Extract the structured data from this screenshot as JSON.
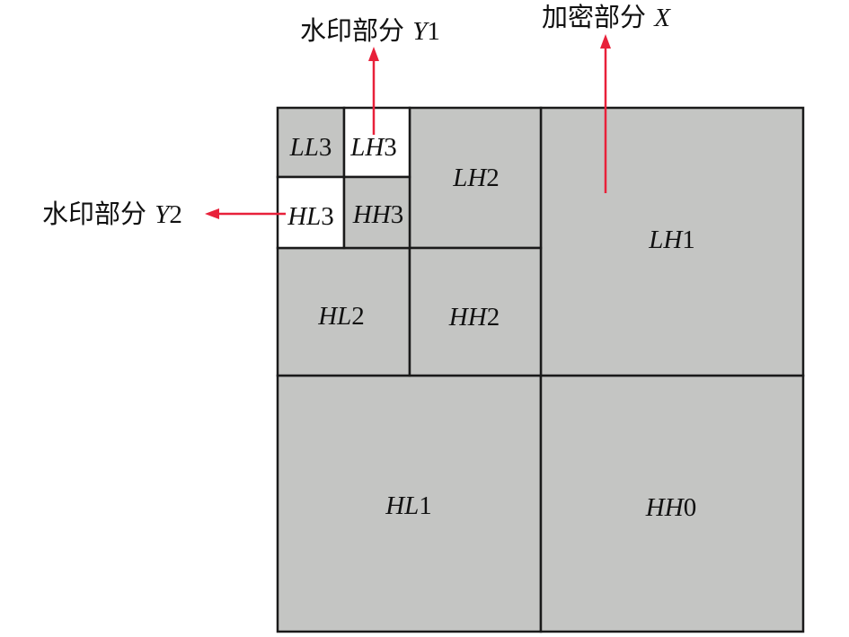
{
  "cells": {
    "LL3": {
      "letters": "LL",
      "num": "3",
      "shade": "gray"
    },
    "LH3": {
      "letters": "LH",
      "num": "3",
      "shade": "white"
    },
    "HL3": {
      "letters": "HL",
      "num": "3",
      "shade": "white"
    },
    "HH3": {
      "letters": "HH",
      "num": "3",
      "shade": "gray"
    },
    "LH2": {
      "letters": "LH",
      "num": "2",
      "shade": "gray"
    },
    "HL2": {
      "letters": "HL",
      "num": "2",
      "shade": "gray"
    },
    "HH2": {
      "letters": "HH",
      "num": "2",
      "shade": "gray"
    },
    "LH1": {
      "letters": "LH",
      "num": "1",
      "shade": "gray"
    },
    "HL1": {
      "letters": "HL",
      "num": "1",
      "shade": "gray"
    },
    "HH0": {
      "letters": "HH",
      "num": "0",
      "shade": "gray"
    }
  },
  "annotations": {
    "y1": {
      "text": "水印部分 ",
      "var": "Y",
      "num": "1"
    },
    "y2": {
      "text": "水印部分 ",
      "var": "Y",
      "num": "2"
    },
    "x": {
      "text": "加密部分 ",
      "var": "X",
      "num": ""
    }
  },
  "colors": {
    "cell_gray": "#c4c5c3",
    "cell_white": "#ffffff",
    "arrow_red": "#e8213a",
    "border": "#1a1a1a"
  }
}
